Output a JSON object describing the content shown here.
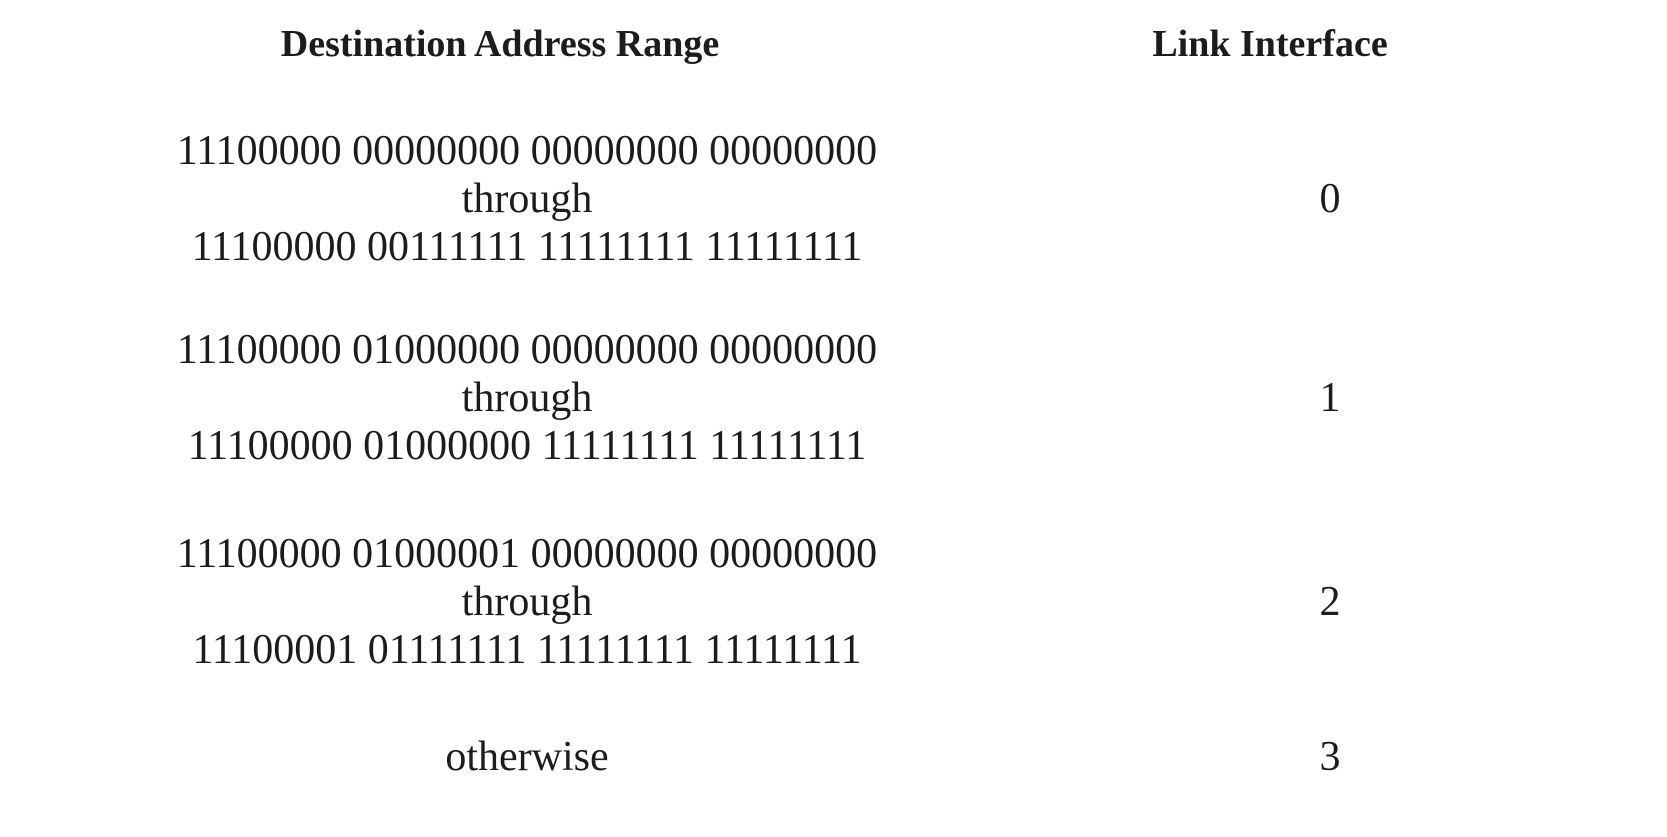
{
  "table": {
    "headers": {
      "destination": "Destination Address Range",
      "interface": "Link Interface"
    },
    "rows": [
      {
        "range_start": "11100000 00000000 00000000 00000000",
        "separator": "through",
        "range_end": "11100000 00111111 11111111 11111111",
        "interface": "0"
      },
      {
        "range_start": "11100000 01000000 00000000 00000000",
        "separator": "through",
        "range_end": "11100000 01000000 11111111 11111111",
        "interface": "1"
      },
      {
        "range_start": "11100000 01000001 00000000 00000000",
        "separator": "through",
        "range_end": "11100001 01111111 11111111 11111111",
        "interface": "2"
      },
      {
        "label": "otherwise",
        "interface": "3"
      }
    ],
    "colors": {
      "text": "#1d1b1b",
      "background": "#ffffff"
    }
  }
}
